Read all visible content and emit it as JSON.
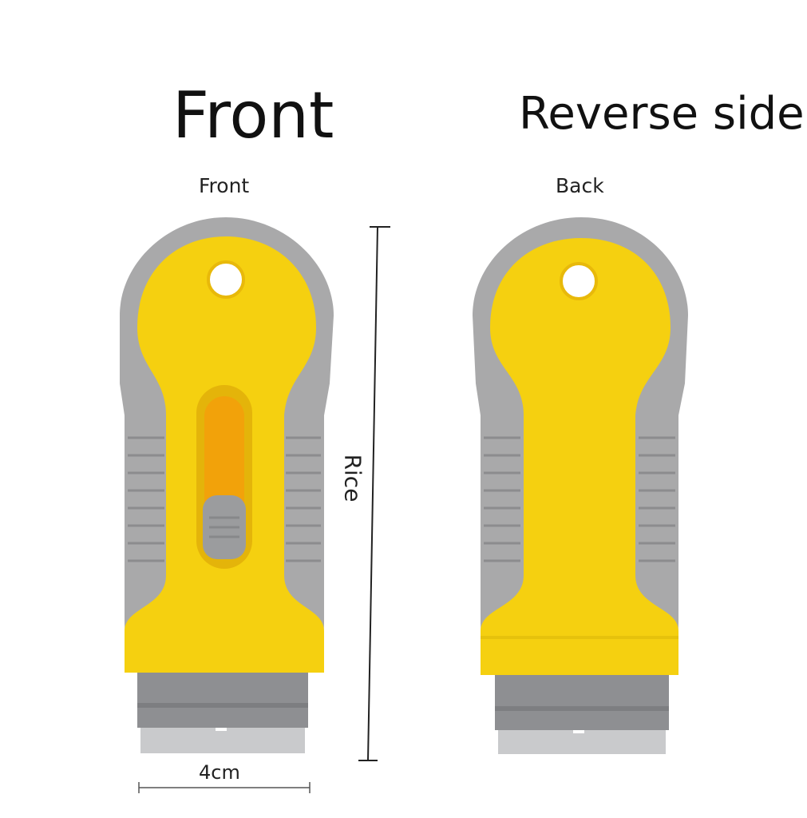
{
  "headings": {
    "front": "Front",
    "reverse": "Reverse side"
  },
  "captions": {
    "front": "Front",
    "back": "Back"
  },
  "dimensions": {
    "width_label": "4cm",
    "height_label": "Rice"
  },
  "colors": {
    "body_yellow": "#f5d010",
    "grip_gray": "#a9a9aa",
    "slot_orange": "#f2a20a",
    "blade_holder": "#8e8f92",
    "blade_steel": "#c9cacc"
  }
}
